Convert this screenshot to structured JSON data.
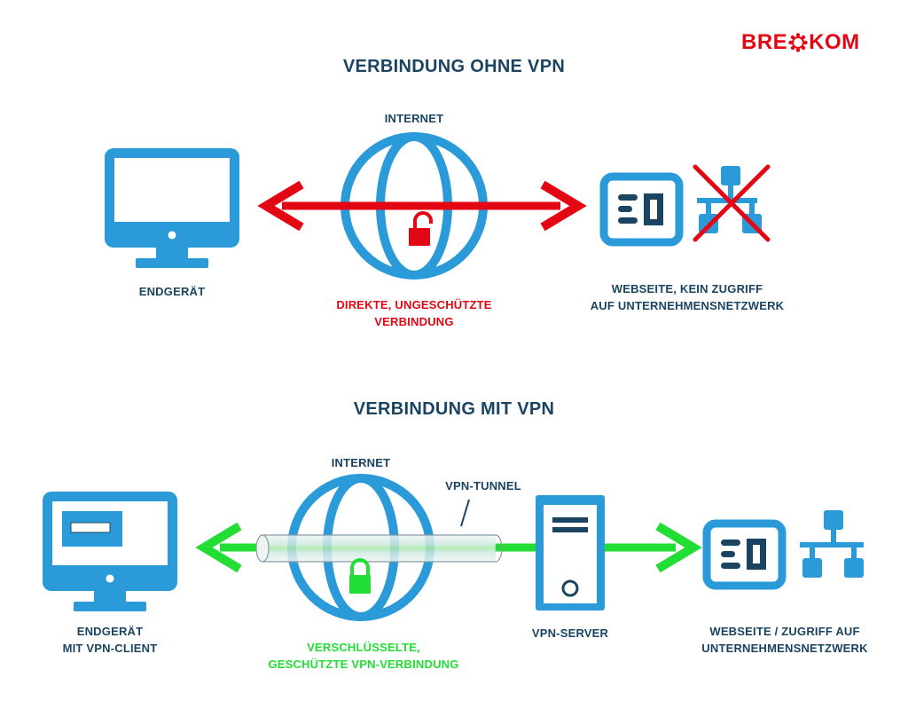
{
  "brand": {
    "left": "BRE",
    "right": "KOM",
    "accent": "#e30613"
  },
  "colors": {
    "blue": "#2b9ad8",
    "navy": "#1b4462",
    "red": "#e30613",
    "green": "#22dd33"
  },
  "section_without_vpn": {
    "title": "VERBINDUNG OHNE VPN",
    "internet_label": "INTERNET",
    "device_label": "ENDGERÄT",
    "connection_label_line1": "DIREKTE, UNGESCHÜTZTE",
    "connection_label_line2": "VERBINDUNG",
    "target_label_line1": "WEBSEITE, KEIN ZUGRIFF",
    "target_label_line2": "AUF UNTERNEHMENSNETZWERK"
  },
  "section_with_vpn": {
    "title": "VERBINDUNG MIT VPN",
    "internet_label": "INTERNET",
    "tunnel_label": "VPN-TUNNEL",
    "device_label_line1": "ENDGERÄT",
    "device_label_line2": "MIT VPN-CLIENT",
    "connection_label_line1": "VERSCHLÜSSELTE,",
    "connection_label_line2": "GESCHÜTZTE VPN-VERBINDUNG",
    "server_label": "VPN-SERVER",
    "target_label_line1": "WEBSEITE / ZUGRIFF AUF",
    "target_label_line2": "UNTERNEHMENSNETZWERK"
  }
}
